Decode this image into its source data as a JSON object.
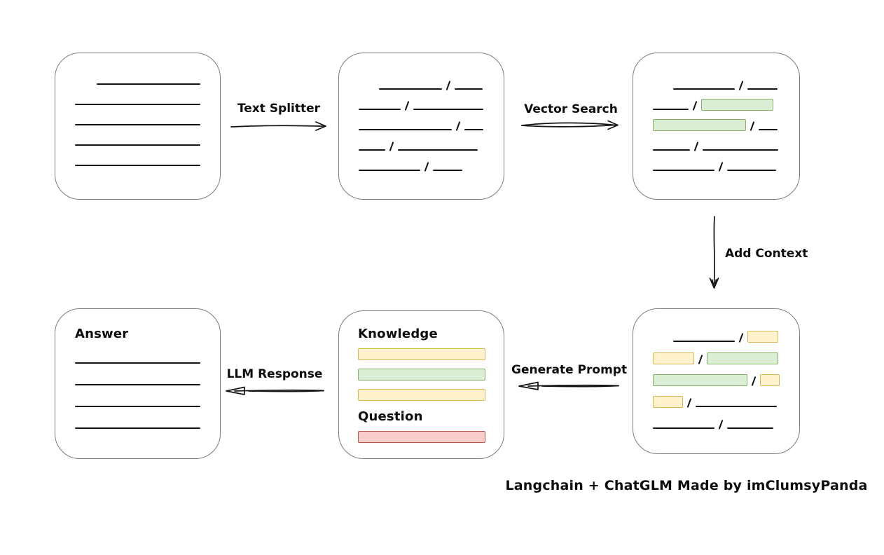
{
  "colors": {
    "stroke": "#141414",
    "box_border": "#7d7d7d",
    "green_fill": "#dcedd5",
    "green_border": "#85b267",
    "yellow_fill": "#fff2cc",
    "yellow_border": "#d6b656",
    "red_fill": "#f8cecc",
    "red_border": "#b85450"
  },
  "labels": {
    "text_splitter": "Text Splitter",
    "vector_search": "Vector Search",
    "add_context": "Add Context",
    "generate_prompt": "Generate Prompt",
    "llm_response": "LLM Response"
  },
  "prompt": {
    "knowledge_label": "Knowledge",
    "question_label": "Question",
    "knowledge_bars": [
      "yellow",
      "green",
      "yellow"
    ],
    "question_bars": [
      "red"
    ]
  },
  "answer": {
    "title": "Answer",
    "line_count": 4
  },
  "caption": "Langchain + ChatGLM Made by imClumsyPanda",
  "cards": {
    "document": {
      "rows": [
        {
          "indent": 31,
          "segments": [
            {
              "t": "line",
              "w": 148
            }
          ]
        },
        {
          "segments": [
            {
              "t": "line",
              "w": 179
            }
          ]
        },
        {
          "segments": [
            {
              "t": "line",
              "w": 179
            }
          ]
        },
        {
          "segments": [
            {
              "t": "line",
              "w": 179
            }
          ]
        },
        {
          "segments": [
            {
              "t": "line",
              "w": 179
            }
          ]
        }
      ]
    },
    "chunks": {
      "rows": [
        {
          "indent": 29,
          "segments": [
            {
              "t": "line",
              "w": 90
            },
            {
              "t": "slash"
            },
            {
              "t": "line",
              "w": 40
            }
          ]
        },
        {
          "segments": [
            {
              "t": "line",
              "w": 60
            },
            {
              "t": "slash"
            },
            {
              "t": "line",
              "w": 100
            }
          ]
        },
        {
          "segments": [
            {
              "t": "line",
              "w": 133
            },
            {
              "t": "slash"
            },
            {
              "t": "line",
              "w": 27
            }
          ]
        },
        {
          "segments": [
            {
              "t": "line",
              "w": 38
            },
            {
              "t": "slash"
            },
            {
              "t": "line",
              "w": 114
            }
          ]
        },
        {
          "segments": [
            {
              "t": "line",
              "w": 88
            },
            {
              "t": "slash"
            },
            {
              "t": "line",
              "w": 42
            }
          ]
        }
      ]
    },
    "vector": {
      "rows": [
        {
          "indent": 29,
          "segments": [
            {
              "t": "line",
              "w": 88
            },
            {
              "t": "slash"
            },
            {
              "t": "line",
              "w": 43
            }
          ]
        },
        {
          "segments": [
            {
              "t": "line",
              "w": 51
            },
            {
              "t": "slash"
            },
            {
              "t": "green",
              "w": 101
            }
          ]
        },
        {
          "segments": [
            {
              "t": "green",
              "w": 131
            },
            {
              "t": "slash"
            },
            {
              "t": "line",
              "w": 27
            }
          ]
        },
        {
          "segments": [
            {
              "t": "line",
              "w": 53
            },
            {
              "t": "slash"
            },
            {
              "t": "line",
              "w": 108
            }
          ]
        },
        {
          "segments": [
            {
              "t": "line",
              "w": 88
            },
            {
              "t": "slash"
            },
            {
              "t": "line",
              "w": 70
            }
          ]
        }
      ]
    },
    "context": {
      "rows": [
        {
          "indent": 29,
          "segments": [
            {
              "t": "line",
              "w": 88
            },
            {
              "t": "slash"
            },
            {
              "t": "yellow",
              "w": 42
            }
          ]
        },
        {
          "segments": [
            {
              "t": "yellow",
              "w": 57
            },
            {
              "t": "slash"
            },
            {
              "t": "green",
              "w": 100
            }
          ]
        },
        {
          "segments": [
            {
              "t": "green",
              "w": 133
            },
            {
              "t": "slash"
            },
            {
              "t": "yellow",
              "w": 26
            }
          ]
        },
        {
          "segments": [
            {
              "t": "yellow",
              "w": 41
            },
            {
              "t": "slash"
            },
            {
              "t": "line",
              "w": 116
            }
          ]
        },
        {
          "segments": [
            {
              "t": "line",
              "w": 88
            },
            {
              "t": "slash"
            },
            {
              "t": "line",
              "w": 66
            }
          ]
        }
      ]
    }
  }
}
